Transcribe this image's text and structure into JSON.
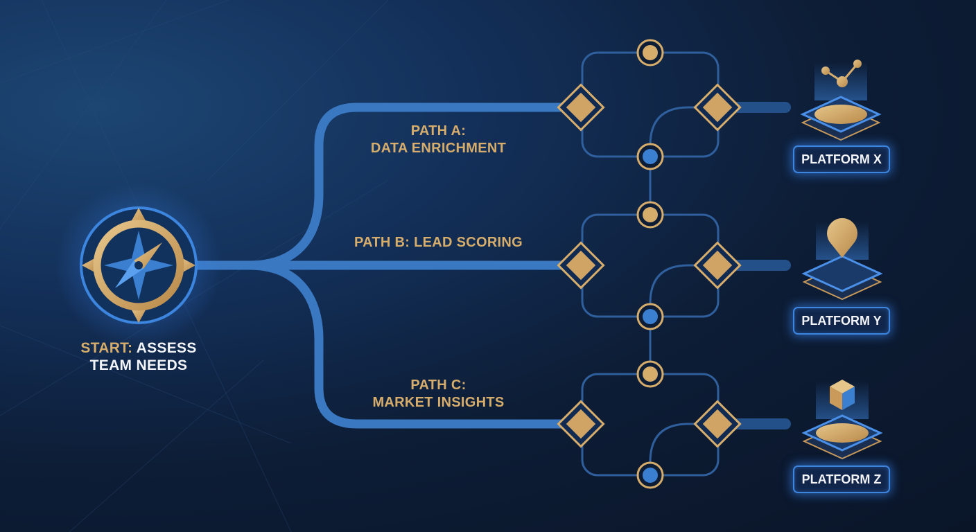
{
  "start": {
    "prefix": "START:",
    "line1_rest": "ASSESS",
    "line2": "TEAM NEEDS"
  },
  "paths": [
    {
      "line1": "PATH A:",
      "line2": "DATA ENRICHMENT"
    },
    {
      "line1": "PATH B: LEAD SCORING"
    },
    {
      "line1": "PATH C:",
      "line2": "MARKET INSIGHTS"
    }
  ],
  "platforms": [
    {
      "label": "PLATFORM X",
      "icon": "network-nodes-icon"
    },
    {
      "label": "PLATFORM Y",
      "icon": "map-pin-icon"
    },
    {
      "label": "PLATFORM Z",
      "icon": "cube-icon"
    }
  ],
  "colors": {
    "gold": "#d7ad6c",
    "blue": "#3a7fd0",
    "line": "#2f5f9c",
    "bg": "#0c1a30"
  }
}
